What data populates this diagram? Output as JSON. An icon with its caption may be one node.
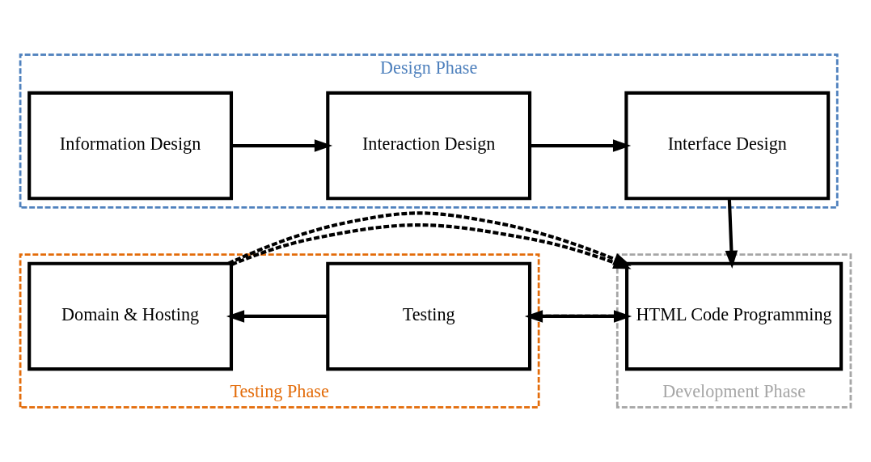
{
  "diagram": {
    "nodes": [
      {
        "text": [
          "Design Phase"
        ]
      },
      {
        "text": [
          "Information Design"
        ],
        "in": 0
      },
      {
        "text": [
          "Interaction Design"
        ],
        "in": 0
      },
      {
        "text": [
          "Interface Design"
        ],
        "in": 0
      },
      {
        "text": [
          "Testing Phase"
        ]
      },
      {
        "text": [
          "Domain & Hosting"
        ],
        "in": 4
      },
      {
        "text": [
          "Testing"
        ],
        "in": 4
      },
      {
        "text": [
          "Development Phase"
        ]
      },
      {
        "text": [
          "HTML Code Programming"
        ],
        "in": 7
      }
    ],
    "edges": [
      {
        "from": 1,
        "to": 2,
        "arrow": "to"
      },
      {
        "from": 2,
        "to": 3,
        "arrow": "to"
      },
      {
        "from": 3,
        "to": 8,
        "arrow": "to"
      },
      {
        "from": 8,
        "to": 6,
        "arrow": "to"
      },
      {
        "from": 6,
        "to": 5,
        "arrow": "to"
      },
      {
        "from": 5,
        "to": 8,
        "arrow": "to",
        "style": "dashed"
      },
      {
        "from": 6,
        "to": 8,
        "arrow": "to",
        "style": "dashed"
      }
    ]
  }
}
